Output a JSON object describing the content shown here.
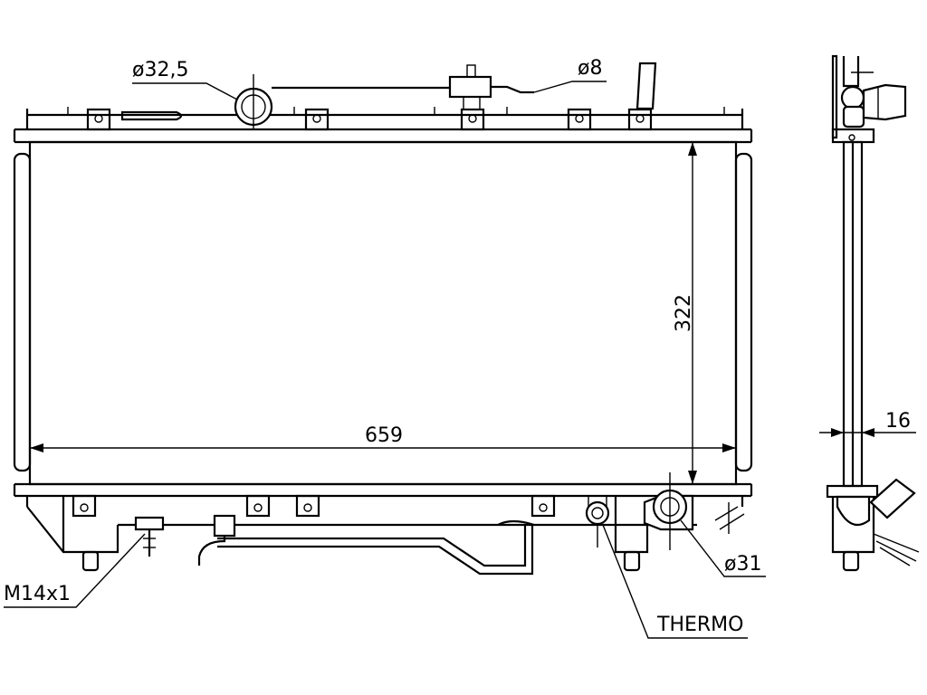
{
  "dimensions": {
    "inlet_diameter": "ø32,5",
    "small_port_diameter": "ø8",
    "height": "322",
    "width": "659",
    "depth": "16",
    "outlet_diameter": "ø31"
  },
  "labels": {
    "drain_thread": "M14x1",
    "sensor": "THERMO"
  }
}
